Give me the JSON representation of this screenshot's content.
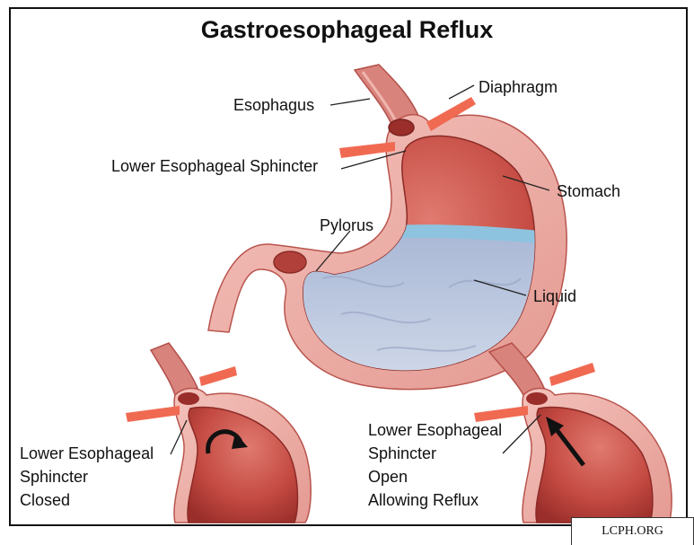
{
  "title": "Gastroesophageal Reflux",
  "labels": {
    "esophagus": "Esophagus",
    "diaphragm": "Diaphragm",
    "les": "Lower Esophageal Sphincter",
    "stomach": "Stomach",
    "pylorus": "Pylorus",
    "liquid": "Liquid"
  },
  "closed_caption": [
    "Lower Esophageal",
    "Sphincter",
    "Closed"
  ],
  "open_caption": [
    "Lower Esophageal",
    "Sphincter",
    "Open",
    "Allowing Reflux"
  ],
  "watermark": "LCPH.ORG",
  "colors": {
    "stomach_wall": "#e6a29c",
    "stomach_interior": "#c0473f",
    "liquid": "#b9c6dc",
    "liquid_surface": "#8ec3df",
    "diaphragm": "#f06a52"
  }
}
